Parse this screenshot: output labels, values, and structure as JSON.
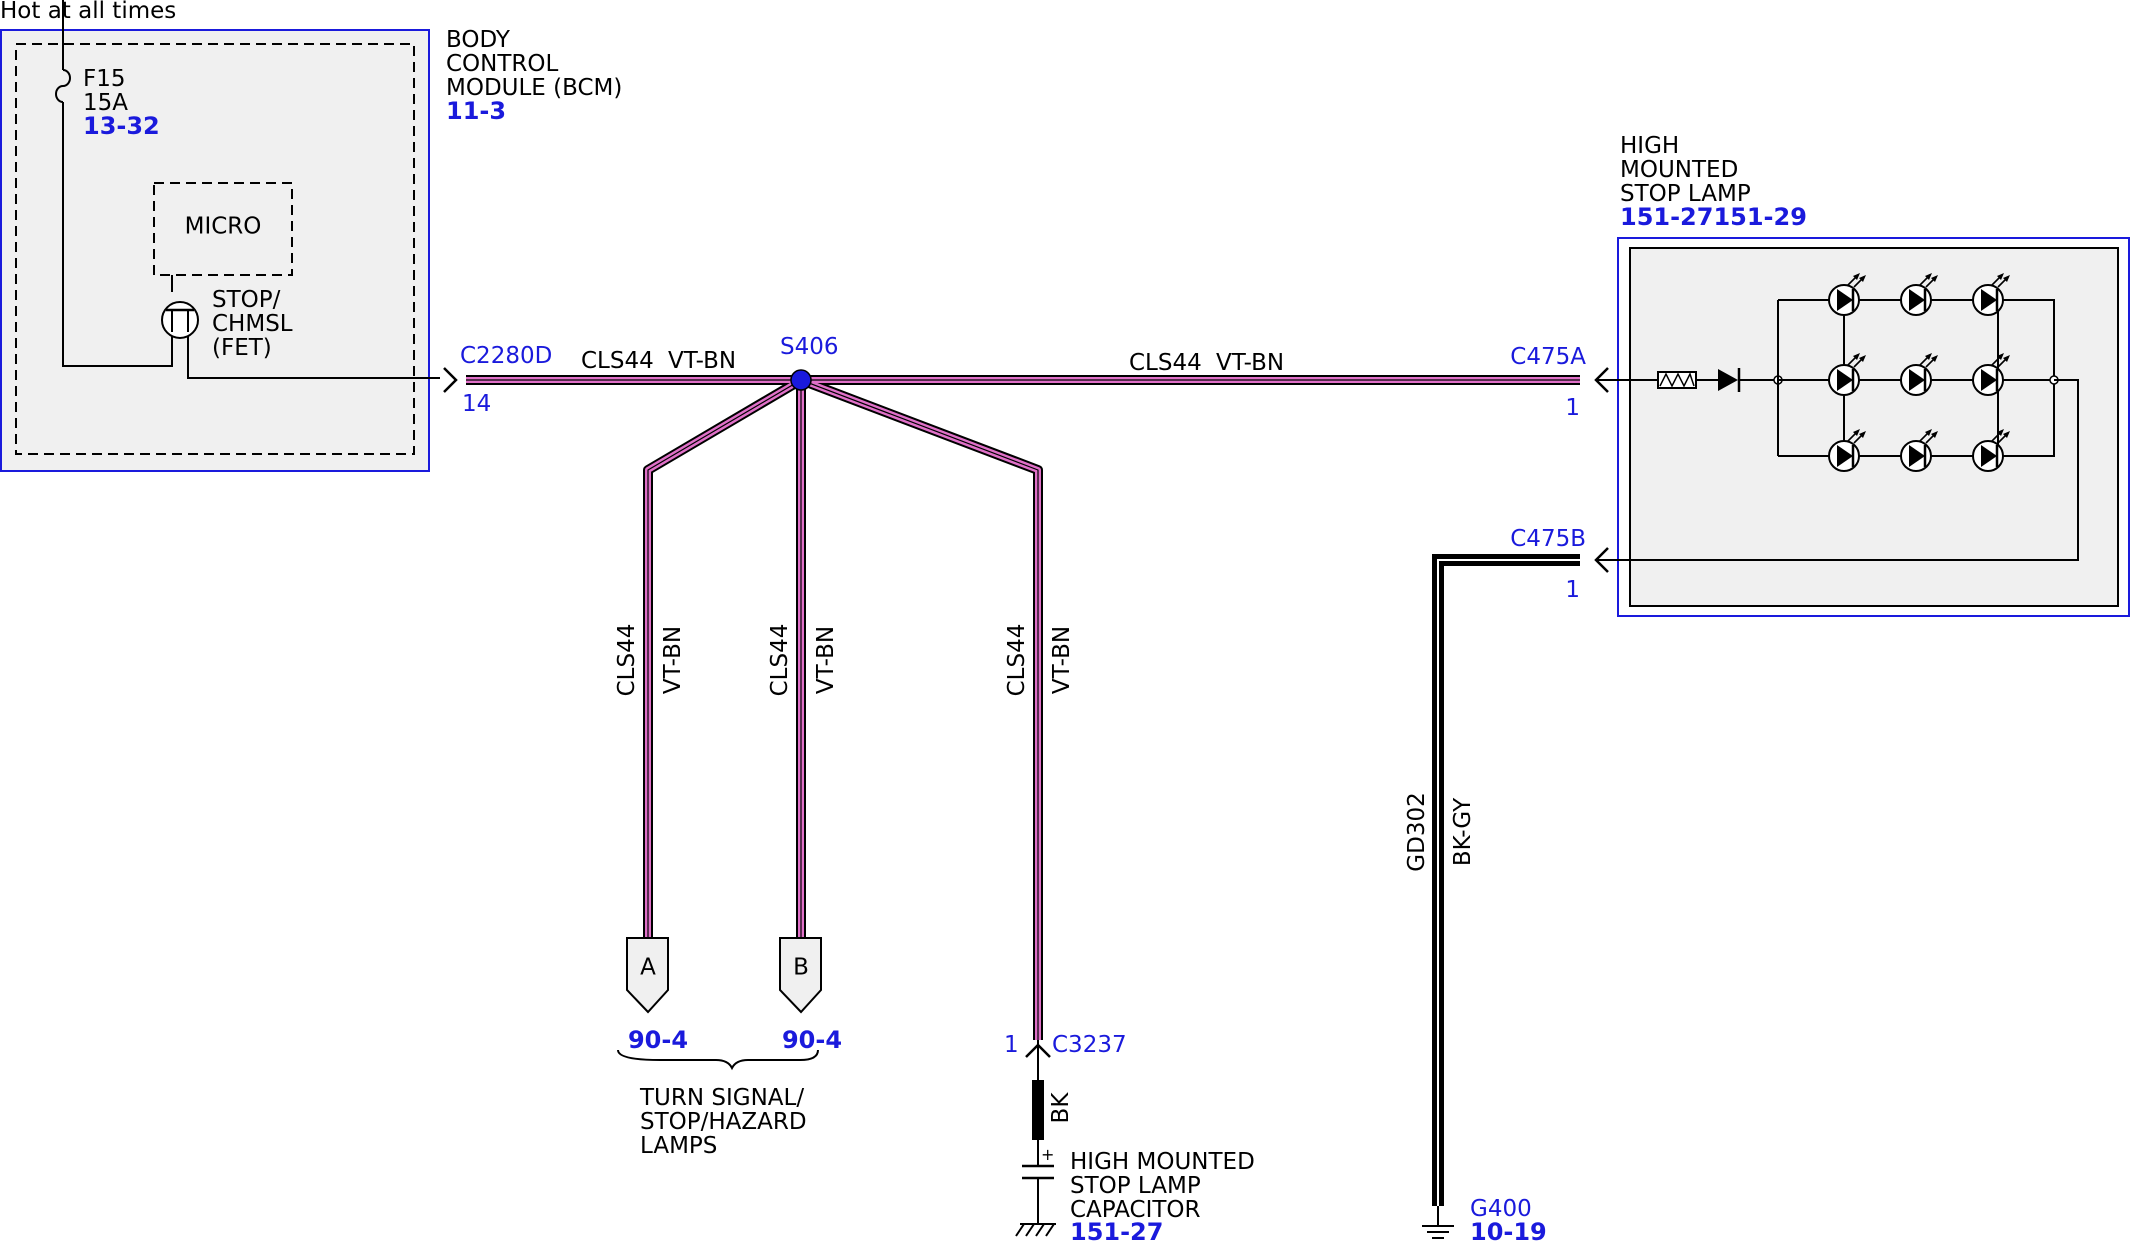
{
  "colors": {
    "wire_violet": "#e070c8",
    "wire_black": "#000000",
    "module_border": "#1a1adc",
    "module_fill": "#f0f0f0",
    "label_blue": "#1a1adc"
  },
  "power": {
    "label": "Hot at all times"
  },
  "fuse": {
    "name": "F15",
    "rating": "15A",
    "ref": "13-32"
  },
  "bcm": {
    "title": [
      "BODY",
      "CONTROL",
      "MODULE (BCM)"
    ],
    "ref": "11-3",
    "micro": "MICRO",
    "driver": [
      "STOP/",
      "CHMSL",
      "(FET)"
    ]
  },
  "connectors": {
    "c2280d": {
      "name": "C2280D",
      "pin": "14"
    },
    "c475a": {
      "name": "C475A",
      "pin": "1"
    },
    "c475b": {
      "name": "C475B",
      "pin": "1"
    },
    "c3237": {
      "name": "C3237",
      "pin": "1"
    }
  },
  "splice": {
    "name": "S406"
  },
  "wire": {
    "circuit": "CLS44",
    "color": "VT-BN"
  },
  "ground_wire": {
    "circuit": "GD302",
    "color": "BK-GY"
  },
  "cap_wire": {
    "color": "BK"
  },
  "hmsl": {
    "title": [
      "HIGH",
      "MOUNTED",
      "STOP LAMP"
    ],
    "ref": "151-27151-29"
  },
  "turn_lamps": {
    "pin_a": "A",
    "pin_b": "B",
    "ref_a": "90-4",
    "ref_b": "90-4",
    "title": [
      "TURN SIGNAL/",
      "STOP/HAZARD",
      "LAMPS"
    ]
  },
  "capacitor": {
    "plus": "+",
    "title": [
      "HIGH MOUNTED",
      "STOP LAMP",
      "CAPACITOR"
    ],
    "ref": "151-27"
  },
  "ground": {
    "name": "G400",
    "ref": "10-19"
  }
}
